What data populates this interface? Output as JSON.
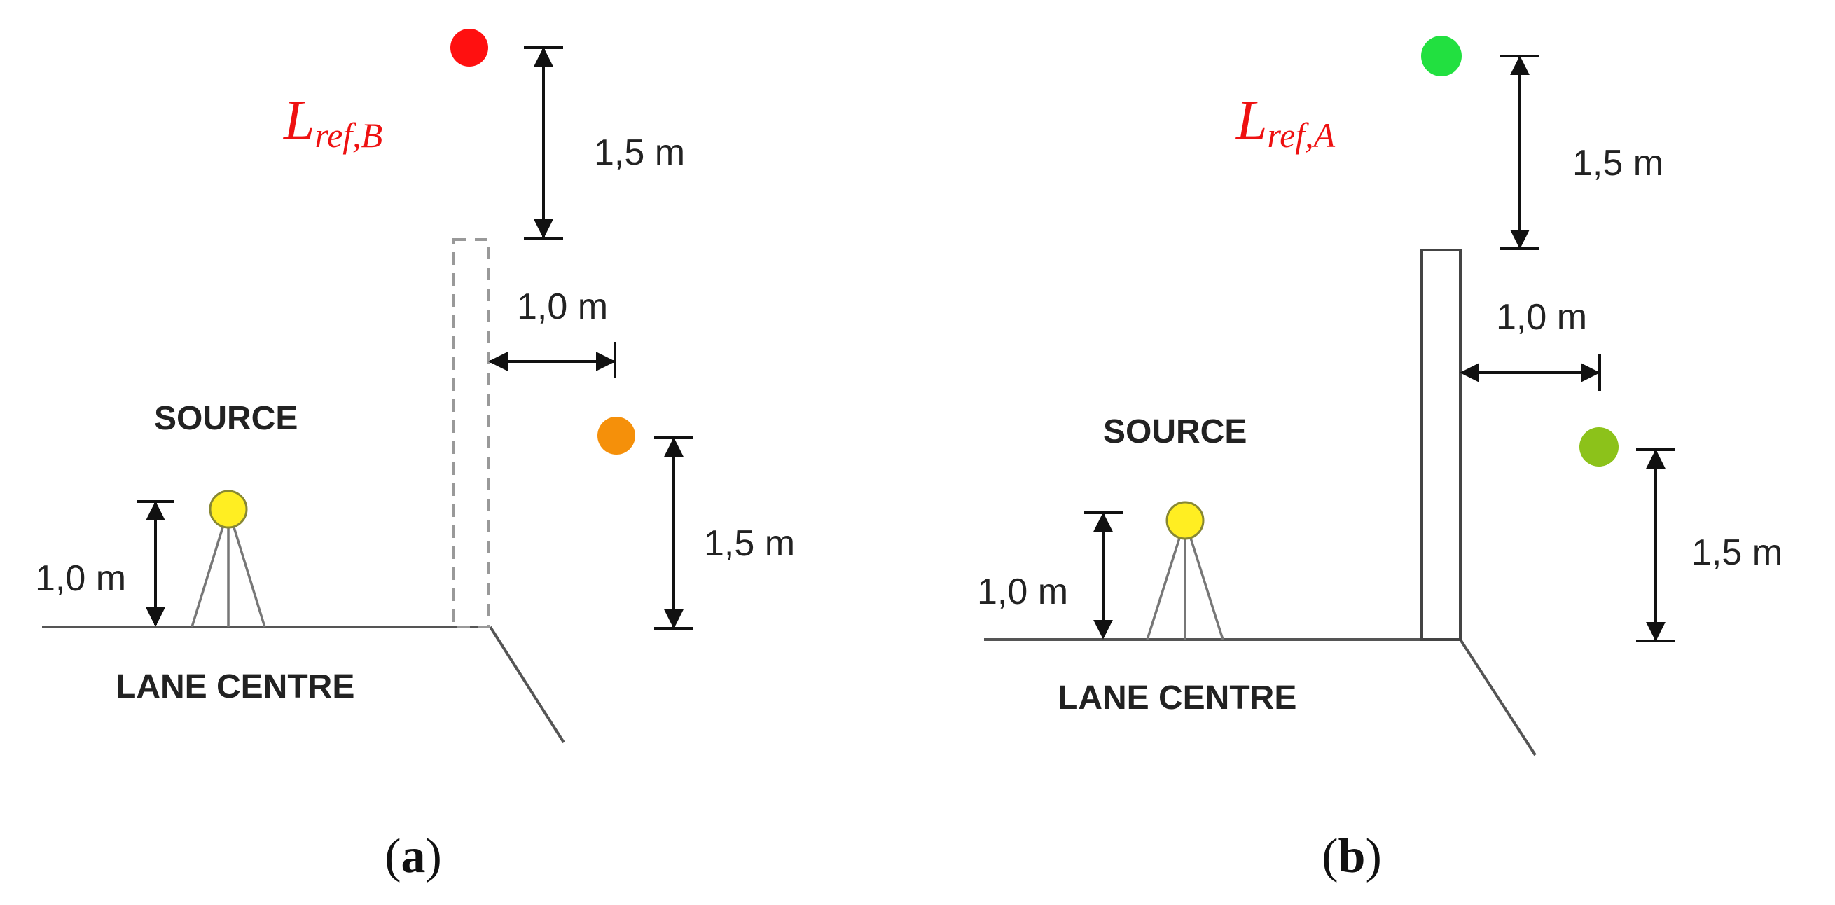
{
  "panels": [
    {
      "id": "a",
      "caption": {
        "open": "(",
        "letter": "a",
        "close": ")"
      },
      "source_label": "SOURCE",
      "lane_label": "LANE CENTRE",
      "lref": {
        "main": "L",
        "sub": "ref,B"
      },
      "dims": {
        "source_height": "1,0 m",
        "barrier_offset": "1,0 m",
        "upper_height": "1,5 m",
        "lower_height": "1,5 m"
      },
      "barrier_style": "dashed",
      "colors": {
        "upper_mic": "#ff1010",
        "lower_mic": "#f5900a",
        "source": "#ffee22"
      }
    },
    {
      "id": "b",
      "caption": {
        "open": "(",
        "letter": "b",
        "close": ")"
      },
      "source_label": "SOURCE",
      "lane_label": "LANE CENTRE",
      "lref": {
        "main": "L",
        "sub": "ref,A"
      },
      "dims": {
        "source_height": "1,0 m",
        "barrier_offset": "1,0 m",
        "upper_height": "1,5 m",
        "lower_height": "1,5 m"
      },
      "barrier_style": "solid",
      "colors": {
        "upper_mic": "#22e040",
        "lower_mic": "#8cc21a",
        "source": "#ffee22"
      }
    }
  ]
}
